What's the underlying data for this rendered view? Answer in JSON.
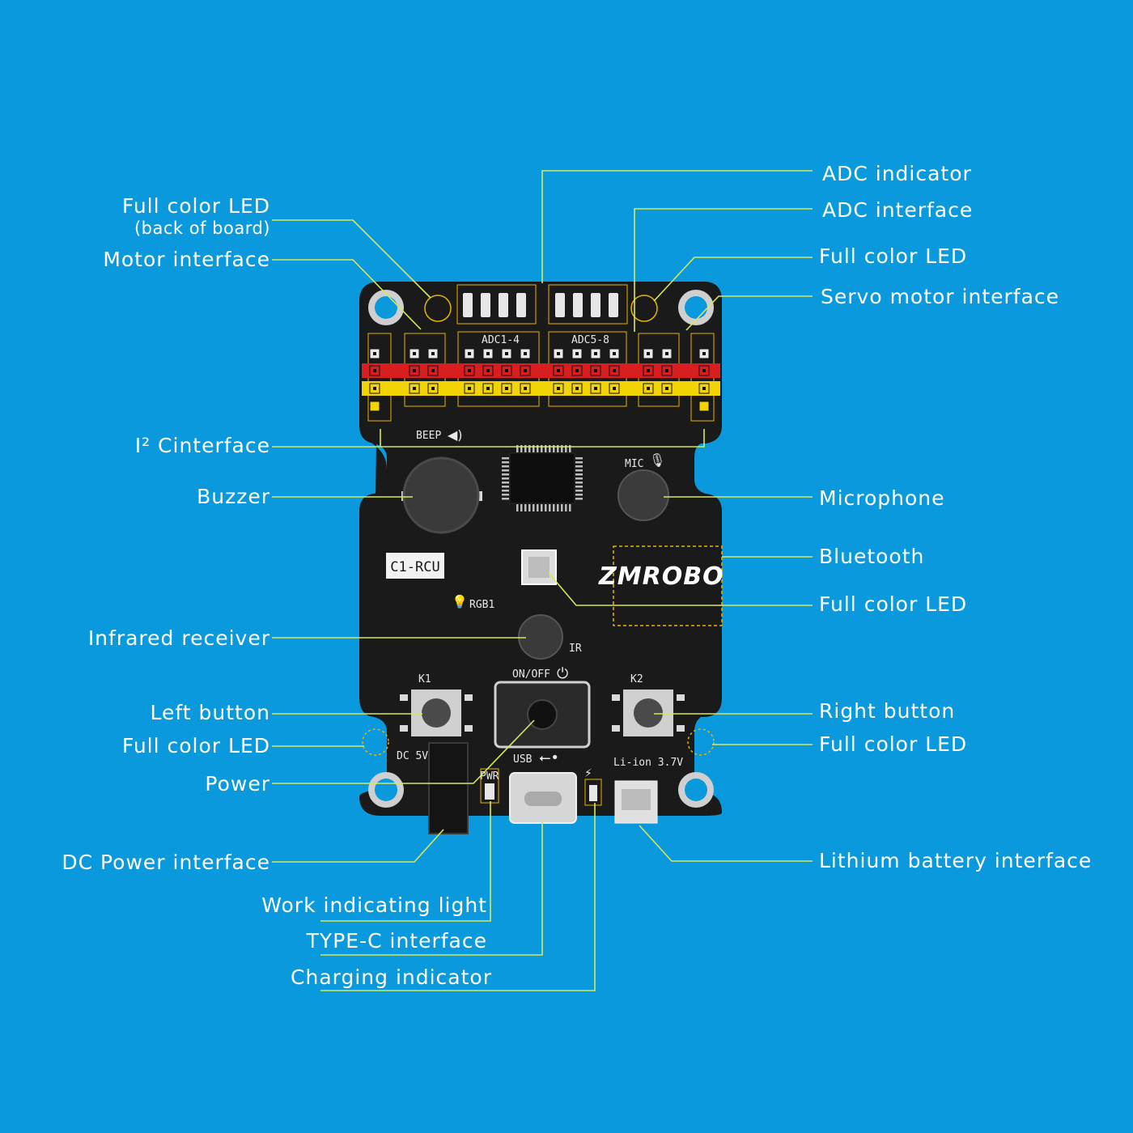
{
  "colors": {
    "background": "#0a99dd",
    "leader_line": "#d8e85a",
    "board": "#1a1a1a",
    "pin_red": "#d81e1e",
    "pin_yellow": "#f2d400",
    "label_text": "#ffffff"
  },
  "board": {
    "logo": "ZMROBO",
    "module_label": "C1-RCU",
    "silk_beep": "BEEP",
    "silk_mic": "MIC",
    "silk_rgb": "RGB1",
    "silk_ir": "IR",
    "silk_onoff": "ON/OFF",
    "silk_k1": "K1",
    "silk_k2": "K2",
    "silk_dc": "DC 5V",
    "silk_usb": "USB",
    "silk_battery": "Li-ion 3.7V",
    "silk_pwr": "PWR",
    "silk_adc1": "ADC1-4",
    "silk_adc2": "ADC5-8"
  },
  "labels": {
    "full_color_led_back": "Full color LED",
    "full_color_led_back_sub": "(back of board)",
    "motor_interface": "Motor interface",
    "i2c_interface": "I² Cinterface",
    "buzzer": "Buzzer",
    "infrared_receiver": "Infrared receiver",
    "left_button": "Left button",
    "full_color_led_bottom_left": "Full color LED",
    "power": "Power",
    "dc_power_interface": "DC Power interface",
    "work_indicating_light": "Work indicating light",
    "type_c_interface": "TYPE-C interface",
    "charging_indicator": "Charging indicator",
    "adc_indicator": "ADC indicator",
    "adc_interface": "ADC interface",
    "full_color_led_top_right": "Full color LED",
    "servo_motor_interface": "Servo motor interface",
    "microphone": "Microphone",
    "bluetooth": "Bluetooth",
    "full_color_led_center": "Full color LED",
    "right_button": "Right button",
    "full_color_led_bottom_right": "Full color LED",
    "lithium_battery_interface": "Lithium battery interface"
  }
}
